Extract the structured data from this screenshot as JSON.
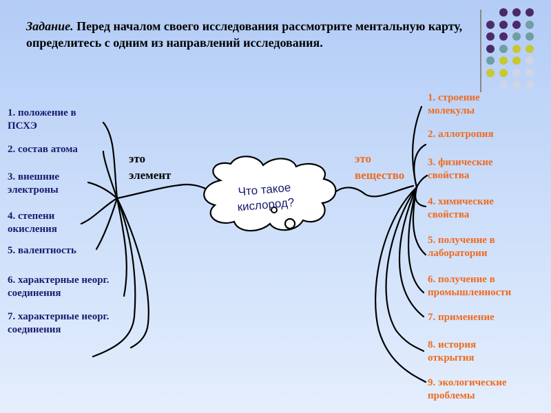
{
  "task": {
    "lead": "Задание.",
    "text": " Перед началом своего исследования рассмотрите ментальную карту, определитесь с одним из направлений исследования."
  },
  "center": {
    "line1": "Что такое",
    "line2": "кислород?"
  },
  "connector_left": {
    "line1": "это",
    "line2": "элемент"
  },
  "connector_right": {
    "line1": "это",
    "line2": "вещество"
  },
  "left_items": [
    "1. положение в ПСХЭ",
    "2. состав атома",
    "3. внешние электроны",
    "4. степени окисления",
    "5. валентность",
    "6. характерные неорг. соединения",
    "7. характерные неорг. соединения"
  ],
  "right_items": [
    "1. строение молекулы",
    "2. аллотропия",
    "3. физические свойства",
    "4. химические свойства",
    "5. получение в лаборатории",
    "6. получение в промышленности",
    "7. применение",
    "8. история открытия",
    "9. экологические проблемы"
  ],
  "colors": {
    "left_text": "#1a1a6e",
    "right_text": "#f06a1e",
    "dot_purple": "#4b2a6b",
    "dot_teal": "#6f9ea3",
    "dot_yellow": "#c8c832",
    "dot_light": "#cfd4e6"
  }
}
